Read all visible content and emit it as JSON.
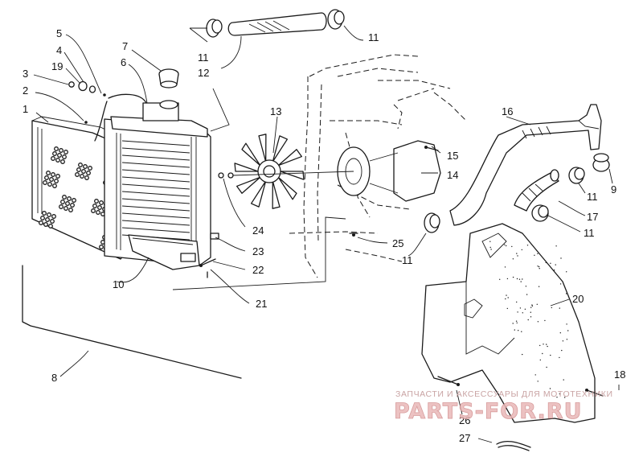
{
  "diagram": {
    "callouts": [
      {
        "id": "c1",
        "label": "1"
      },
      {
        "id": "c2",
        "label": "2"
      },
      {
        "id": "c3",
        "label": "3"
      },
      {
        "id": "c4",
        "label": "4"
      },
      {
        "id": "c5",
        "label": "5"
      },
      {
        "id": "c6",
        "label": "6"
      },
      {
        "id": "c7",
        "label": "7"
      },
      {
        "id": "c8",
        "label": "8"
      },
      {
        "id": "c9",
        "label": "9"
      },
      {
        "id": "c10",
        "label": "10"
      },
      {
        "id": "c11a",
        "label": "11"
      },
      {
        "id": "c11b",
        "label": "11"
      },
      {
        "id": "c11c",
        "label": "11"
      },
      {
        "id": "c11d",
        "label": "11"
      },
      {
        "id": "c11e",
        "label": "11"
      },
      {
        "id": "c12",
        "label": "12"
      },
      {
        "id": "c13",
        "label": "13"
      },
      {
        "id": "c14",
        "label": "14"
      },
      {
        "id": "c15",
        "label": "15"
      },
      {
        "id": "c16",
        "label": "16"
      },
      {
        "id": "c17",
        "label": "17"
      },
      {
        "id": "c18",
        "label": "18"
      },
      {
        "id": "c19",
        "label": "19"
      },
      {
        "id": "c20",
        "label": "20"
      },
      {
        "id": "c21",
        "label": "21"
      },
      {
        "id": "c22",
        "label": "22"
      },
      {
        "id": "c23",
        "label": "23"
      },
      {
        "id": "c24",
        "label": "24"
      },
      {
        "id": "c25",
        "label": "25"
      },
      {
        "id": "c26",
        "label": "26"
      },
      {
        "id": "c27",
        "label": "27"
      }
    ]
  },
  "watermark": {
    "tagline": "ЗАПЧАСТИ И АКСЕССУАРЫ ДЛЯ МОТОТЕХНИКИ",
    "logo": "PARTS-FOR.RU"
  }
}
